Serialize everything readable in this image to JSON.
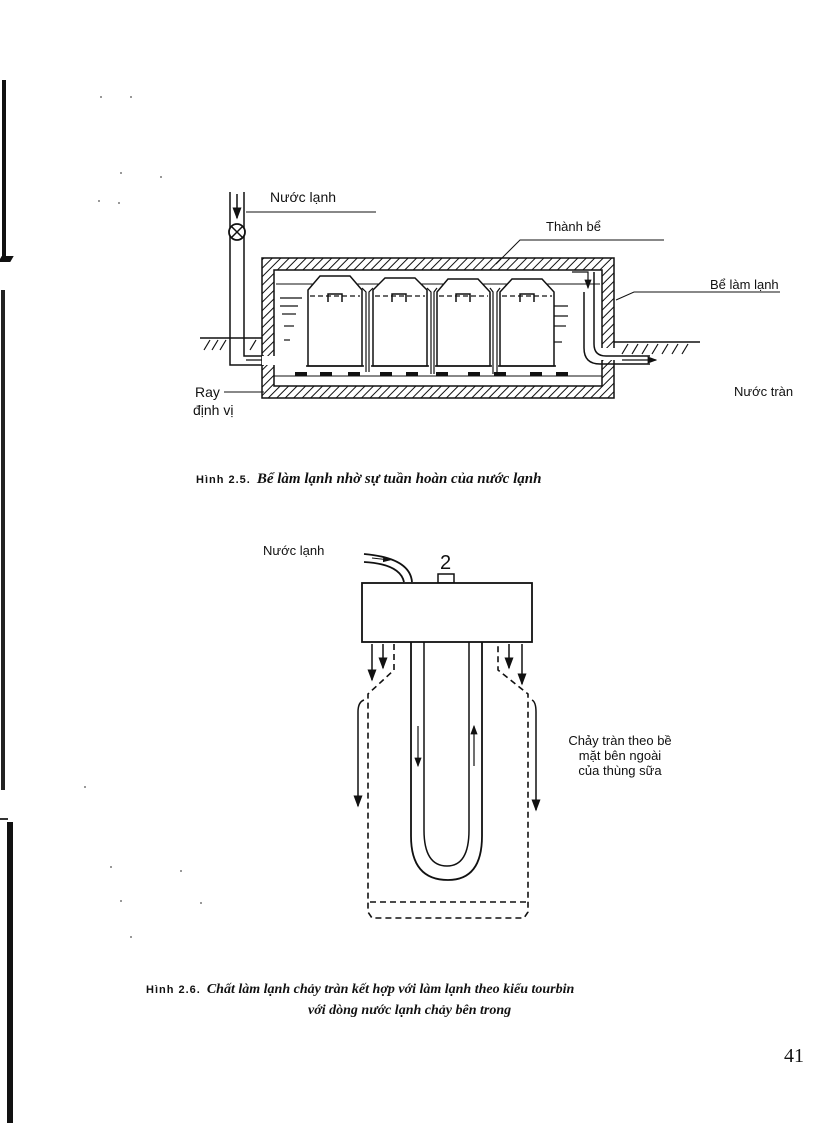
{
  "page": {
    "number": "41"
  },
  "figure_2_5": {
    "labels": {
      "cold_water_in": "Nước lạnh",
      "tank_wall": "Thành bể",
      "cooling_tank": "Bể làm lạnh",
      "rail_line1": "Ray",
      "rail_line2": "định vị",
      "overflow_water": "Nước tràn"
    },
    "caption": {
      "number": "Hình 2.5.",
      "text": "Bể làm lạnh nhờ sự tuần hoàn của nước lạnh"
    },
    "milk_cans_count": 4
  },
  "figure_2_6": {
    "labels": {
      "cold_water_in": "Nước lạnh",
      "hook_number": "2",
      "overflow_line1": "Chảy tràn theo bề",
      "overflow_line2": "mặt bên ngoài",
      "overflow_line3": "của thùng sữa"
    },
    "caption": {
      "number": "Hình 2.6.",
      "line1": "Chất làm lạnh chảy tràn kết hợp với làm lạnh theo kiểu tourbin",
      "line2": "với dòng nước lạnh chảy bên trong"
    }
  },
  "colors": {
    "ink": "#111111",
    "paper": "#ffffff"
  }
}
